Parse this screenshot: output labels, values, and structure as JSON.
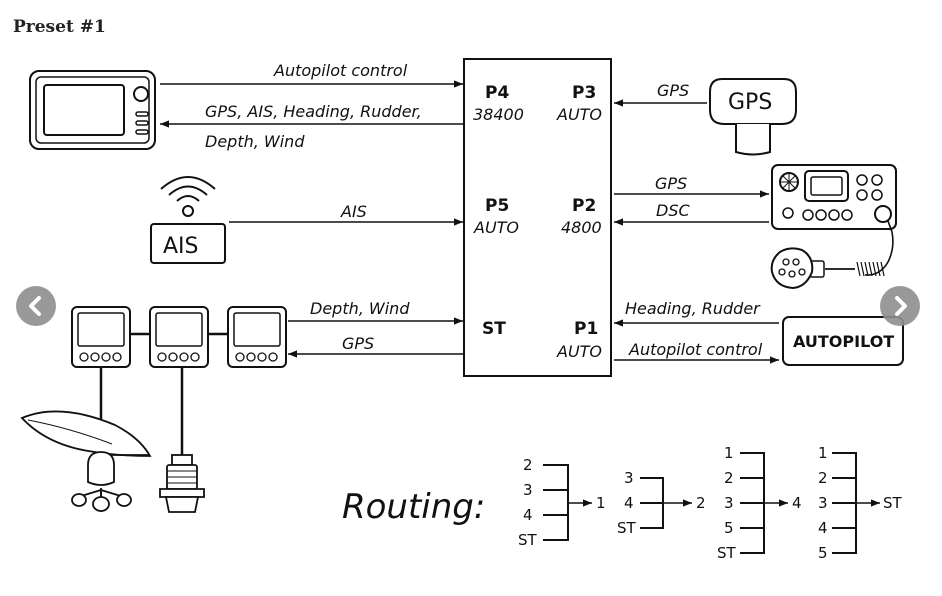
{
  "title": "Preset #1",
  "labels": {
    "autopilot_control_top": "Autopilot control",
    "plotter_data_line1": "GPS, AIS, Heading, Rudder,",
    "plotter_data_line2": "Depth, Wind",
    "gps_in": "GPS",
    "ais_in": "AIS",
    "vhf_gps": "GPS",
    "vhf_dsc": "DSC",
    "depth_wind": "Depth, Wind",
    "gps_to_instruments": "GPS",
    "heading_rudder": "Heading, Rudder",
    "autopilot_control_bottom": "Autopilot control"
  },
  "ports": {
    "p4": {
      "name": "P4",
      "value": "38400"
    },
    "p3": {
      "name": "P3",
      "value": "AUTO"
    },
    "p5": {
      "name": "P5",
      "value": "AUTO"
    },
    "p2": {
      "name": "P2",
      "value": "4800"
    },
    "st": {
      "name": "ST",
      "value": ""
    },
    "p1": {
      "name": "P1",
      "value": "AUTO"
    }
  },
  "devices": {
    "gps_label": "GPS",
    "ais_label": "AIS",
    "autopilot_label": "AUTOPILOT"
  },
  "routing": {
    "title": "Routing:",
    "groups": [
      {
        "inputs": [
          "2",
          "3",
          "4",
          "ST"
        ],
        "output": "1"
      },
      {
        "inputs": [
          "3",
          "4",
          "ST"
        ],
        "output": "2"
      },
      {
        "inputs": [
          "1",
          "2",
          "3",
          "5",
          "ST"
        ],
        "output": "4"
      },
      {
        "inputs": [
          "1",
          "2",
          "3",
          "4",
          "5"
        ],
        "output": "ST"
      }
    ]
  },
  "nav": {
    "prev_icon": "chevron-left-icon",
    "next_icon": "chevron-right-icon"
  },
  "colors": {
    "line": "#111111",
    "nav_button": "#8f8f8f"
  }
}
